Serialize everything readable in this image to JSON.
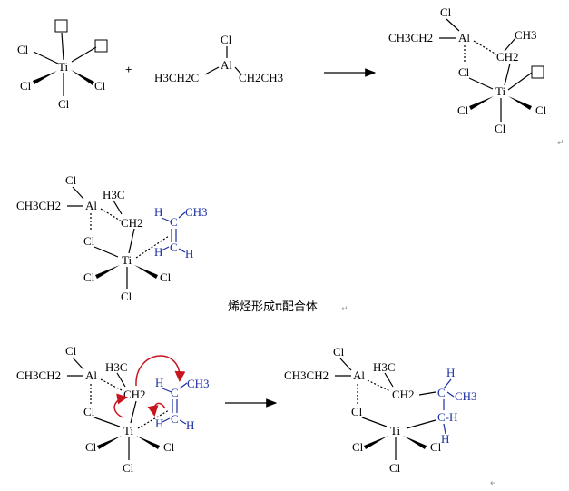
{
  "atoms": {
    "cl": "Cl",
    "ti": "Ti",
    "al": "Al",
    "h": "H",
    "c": "C",
    "ch2": "CH2",
    "ch3": "CH3",
    "ch3ch2": "CH3CH2",
    "h3c": "H3C",
    "h3ch2c": "H3CH2C",
    "ch2ch3": "CH2CH3",
    "c_h": "C-H",
    "plus": "+"
  },
  "caption": "烯烃形成π配合体",
  "colors": {
    "blue": "#1a2ea0",
    "red": "#c8141e"
  },
  "return_mark": "↵"
}
